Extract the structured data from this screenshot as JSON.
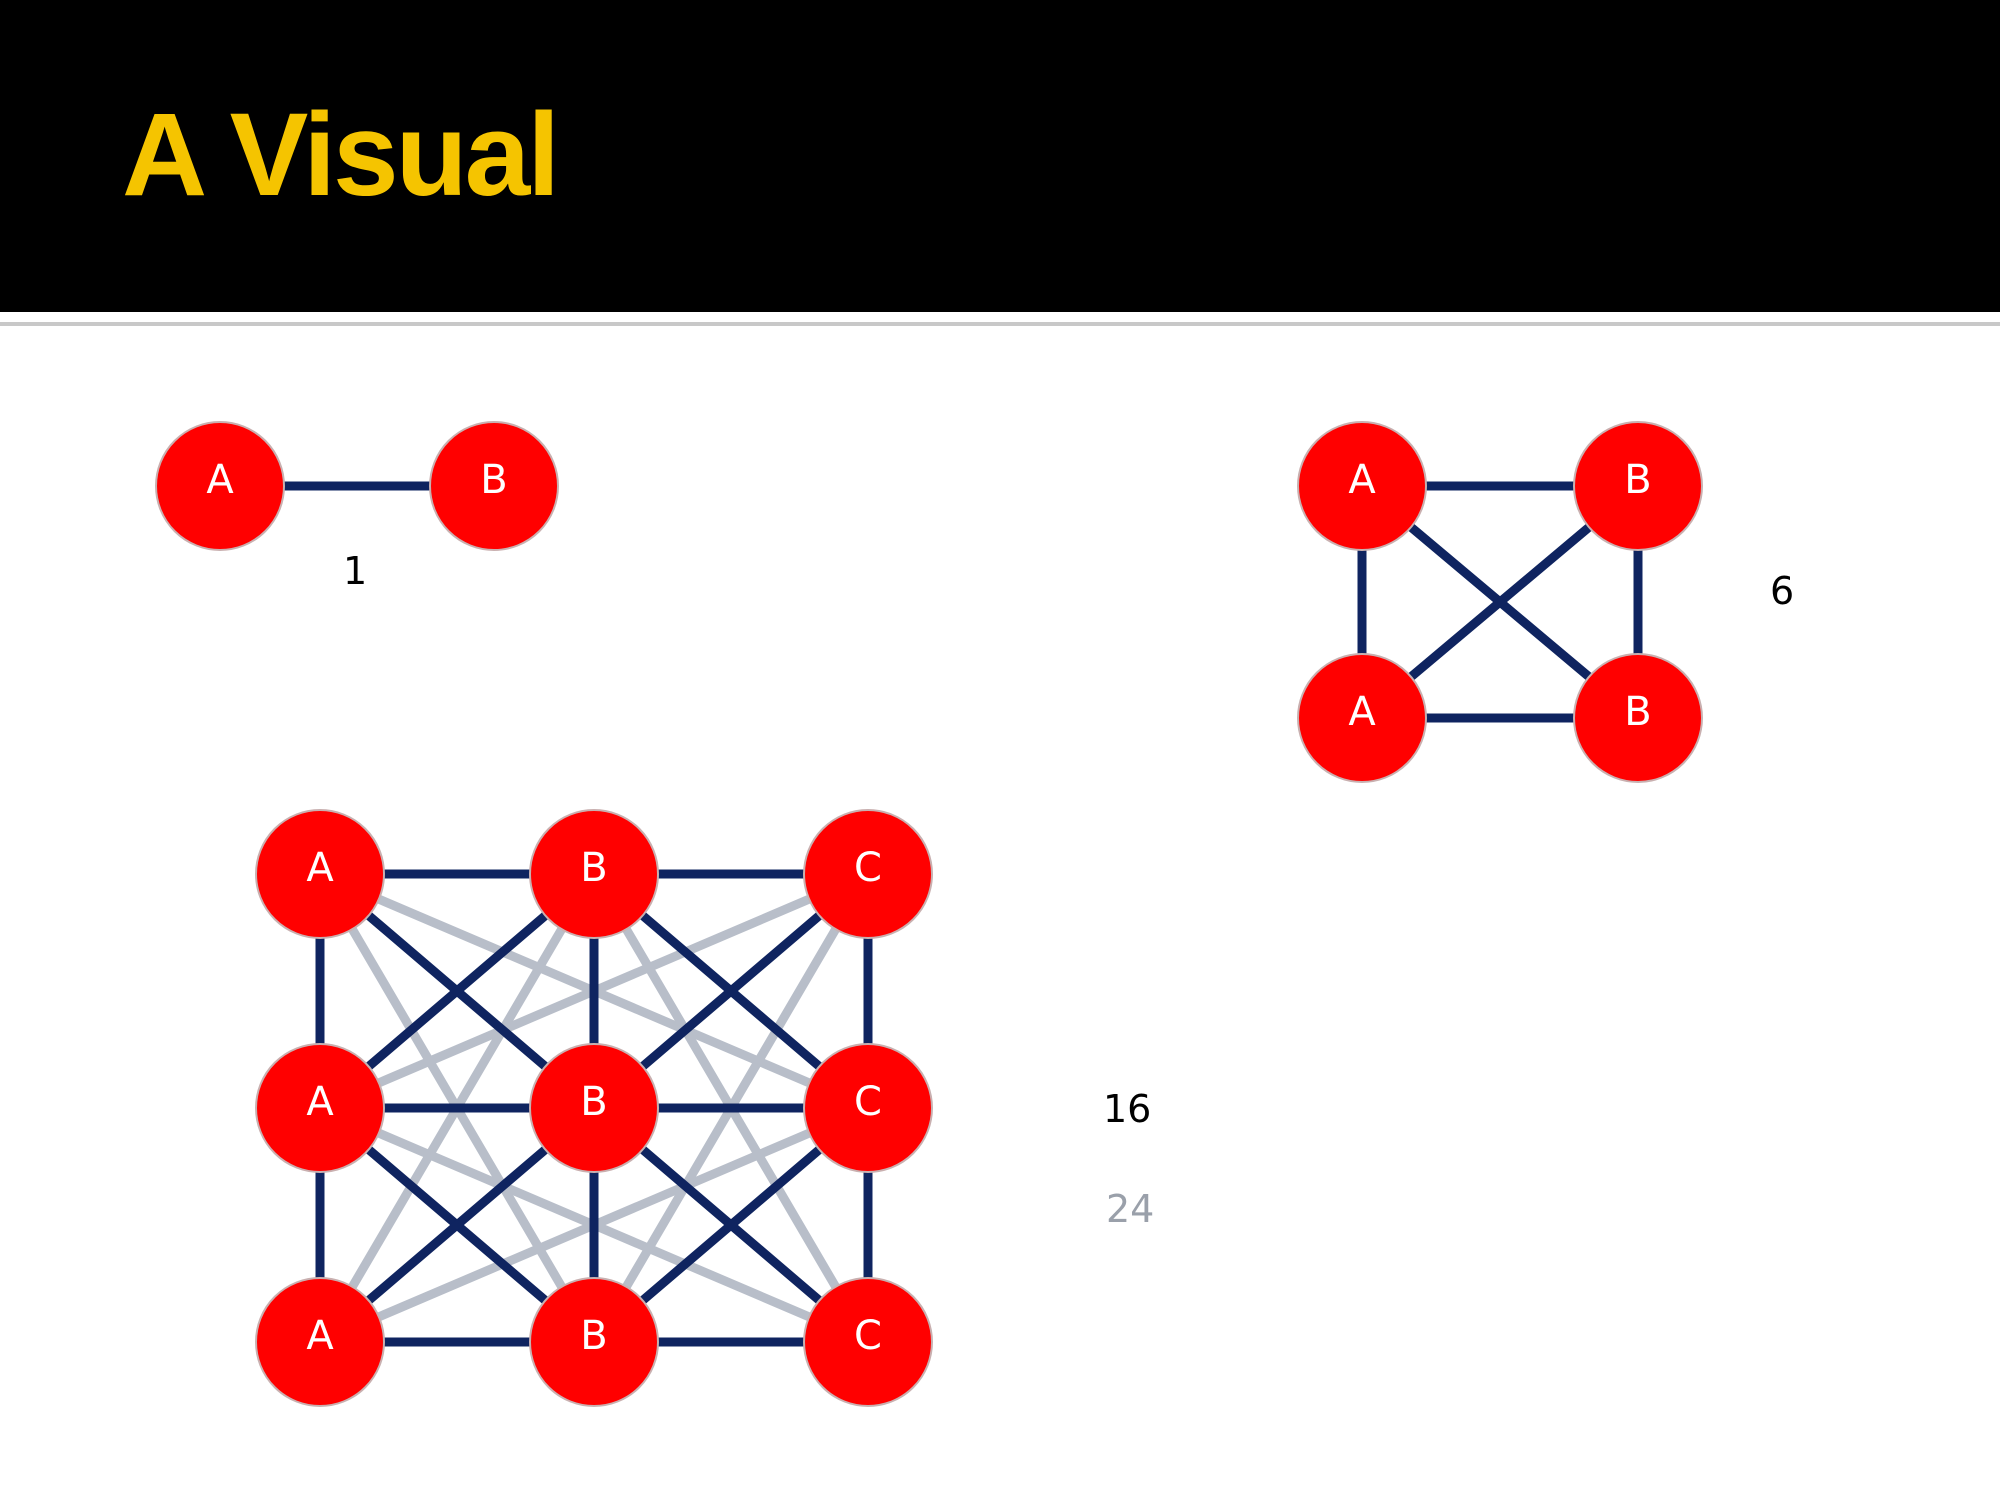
{
  "slide": {
    "title": "A Visual"
  },
  "colors": {
    "header_bg": "#000000",
    "title": "#f5c400",
    "node_fill": "#ff0000",
    "edge_primary": "#0f2460",
    "edge_secondary": "#b8bec9",
    "count_primary": "#000000",
    "count_secondary": "#9aa0aa"
  },
  "graphs": {
    "g1": {
      "nodes": [
        "A",
        "B"
      ],
      "count": "1"
    },
    "g2": {
      "nodes": [
        "A",
        "B",
        "A",
        "B"
      ],
      "count": "6"
    },
    "g3": {
      "nodes": [
        "A",
        "B",
        "C",
        "A",
        "B",
        "C",
        "A",
        "B",
        "C"
      ],
      "count_primary": "16",
      "count_secondary": "24"
    }
  }
}
